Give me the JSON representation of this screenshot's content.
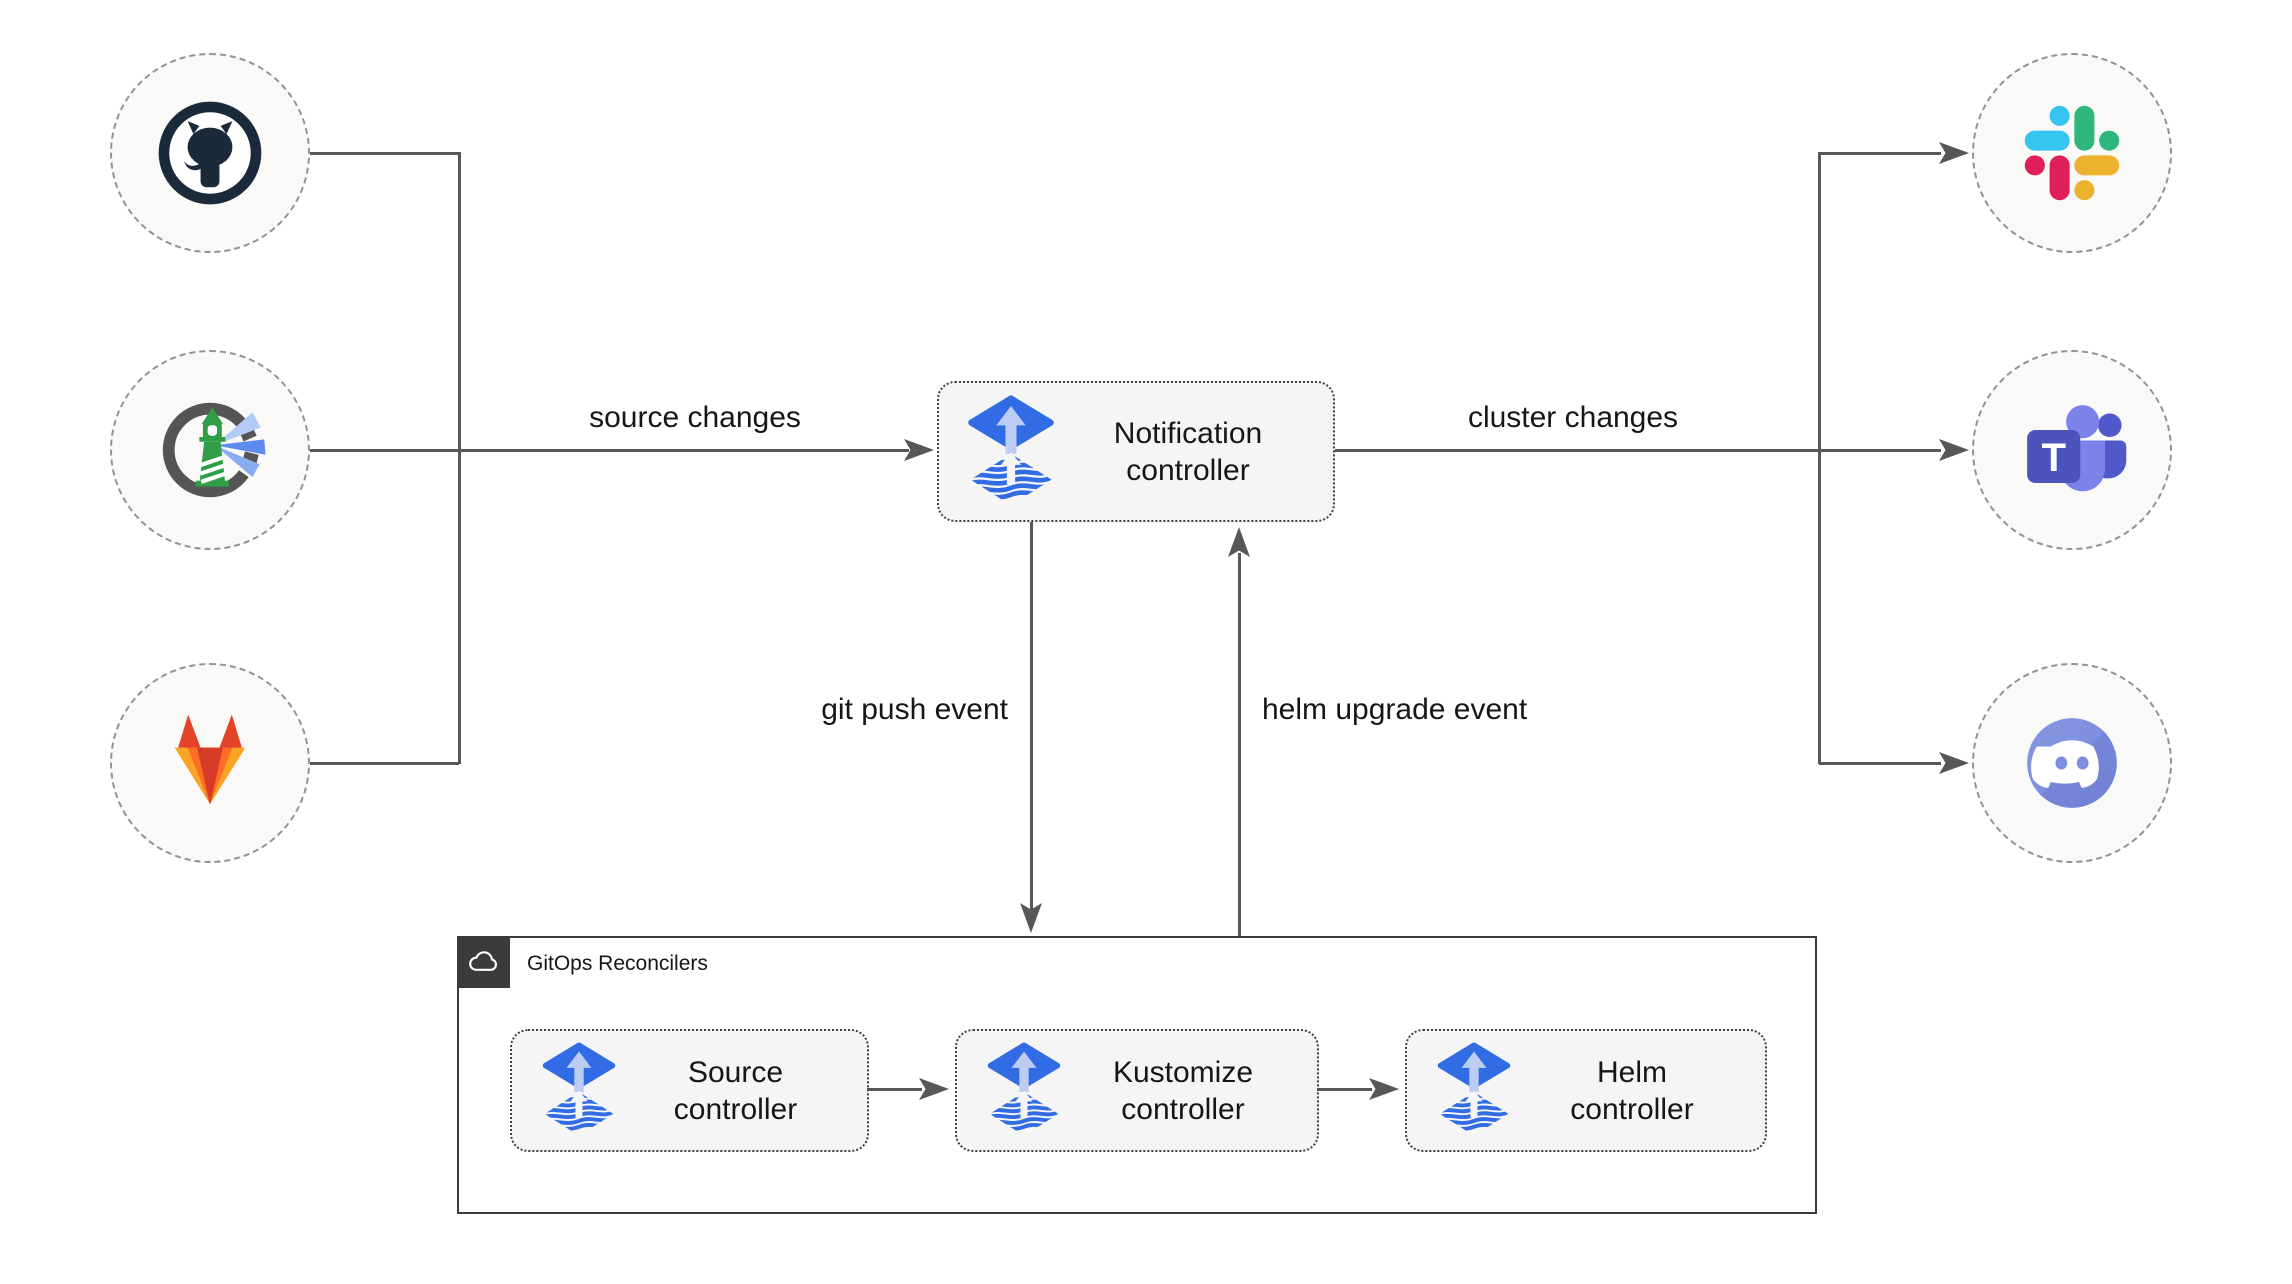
{
  "diagram_title": "Flux notification controller flow",
  "colors": {
    "theme": {
      "connector": "#575757",
      "text": "#161616",
      "node_fill": "#f5f5f5",
      "node_border": "#3f3f3f",
      "circle_fill": "#f9f9f7",
      "circle_border": "#939393",
      "container_border": "#3b3b3b",
      "badge_bg": "#3b3b3b",
      "flux_blue": "#316ce4"
    },
    "brands": {
      "github": "#1b2a3a",
      "gitlab_red": "#e24329",
      "gitlab_orange": "#fc6d26",
      "gitlab_yellow": "#fca326",
      "harbor_ring": "#555555",
      "harbor_green": "#2f9e47",
      "slack_blue": "#36c5f0",
      "slack_green": "#2eb67d",
      "slack_red": "#e01e5a",
      "slack_yellow": "#ecb22e",
      "teams_dark": "#4b53bc",
      "teams_mid": "#5059c9",
      "teams_light": "#7b83eb",
      "discord_blurple": "#7d8ede"
    }
  },
  "sources": [
    {
      "name": "github",
      "icon": "github-icon"
    },
    {
      "name": "harbor",
      "icon": "harbor-icon"
    },
    {
      "name": "gitlab",
      "icon": "gitlab-icon"
    }
  ],
  "targets": [
    {
      "name": "slack",
      "icon": "slack-icon"
    },
    {
      "name": "microsoft-teams",
      "icon": "teams-icon"
    },
    {
      "name": "discord",
      "icon": "discord-icon"
    }
  ],
  "nodes": {
    "notification": {
      "lines": [
        "Notification",
        "controller"
      ]
    },
    "source": {
      "lines": [
        "Source",
        "controller"
      ]
    },
    "kustomize": {
      "lines": [
        "Kustomize",
        "controller"
      ]
    },
    "helm": {
      "lines": [
        "Helm",
        "controller"
      ]
    }
  },
  "container": {
    "label": "GitOps Reconcilers",
    "icon": "cloud-icon"
  },
  "edge_labels": {
    "source_changes": "source changes",
    "cluster_changes": "cluster changes",
    "git_push": "git push event",
    "helm_upgrade": "helm upgrade event"
  }
}
